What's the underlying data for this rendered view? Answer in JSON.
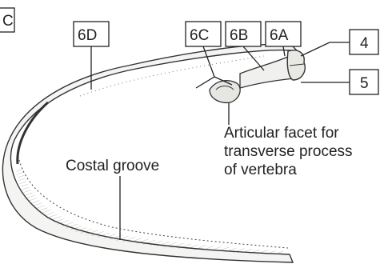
{
  "corner_label": "C",
  "labels": {
    "l6D": "6D",
    "l6C": "6C",
    "l6B": "6B",
    "l6A": "6A",
    "l4": "4",
    "l5": "5"
  },
  "captions": {
    "facet_line1": "Articular facet for",
    "facet_line2": "transverse process",
    "facet_line3": "of vertebra",
    "groove": "Costal groove"
  }
}
